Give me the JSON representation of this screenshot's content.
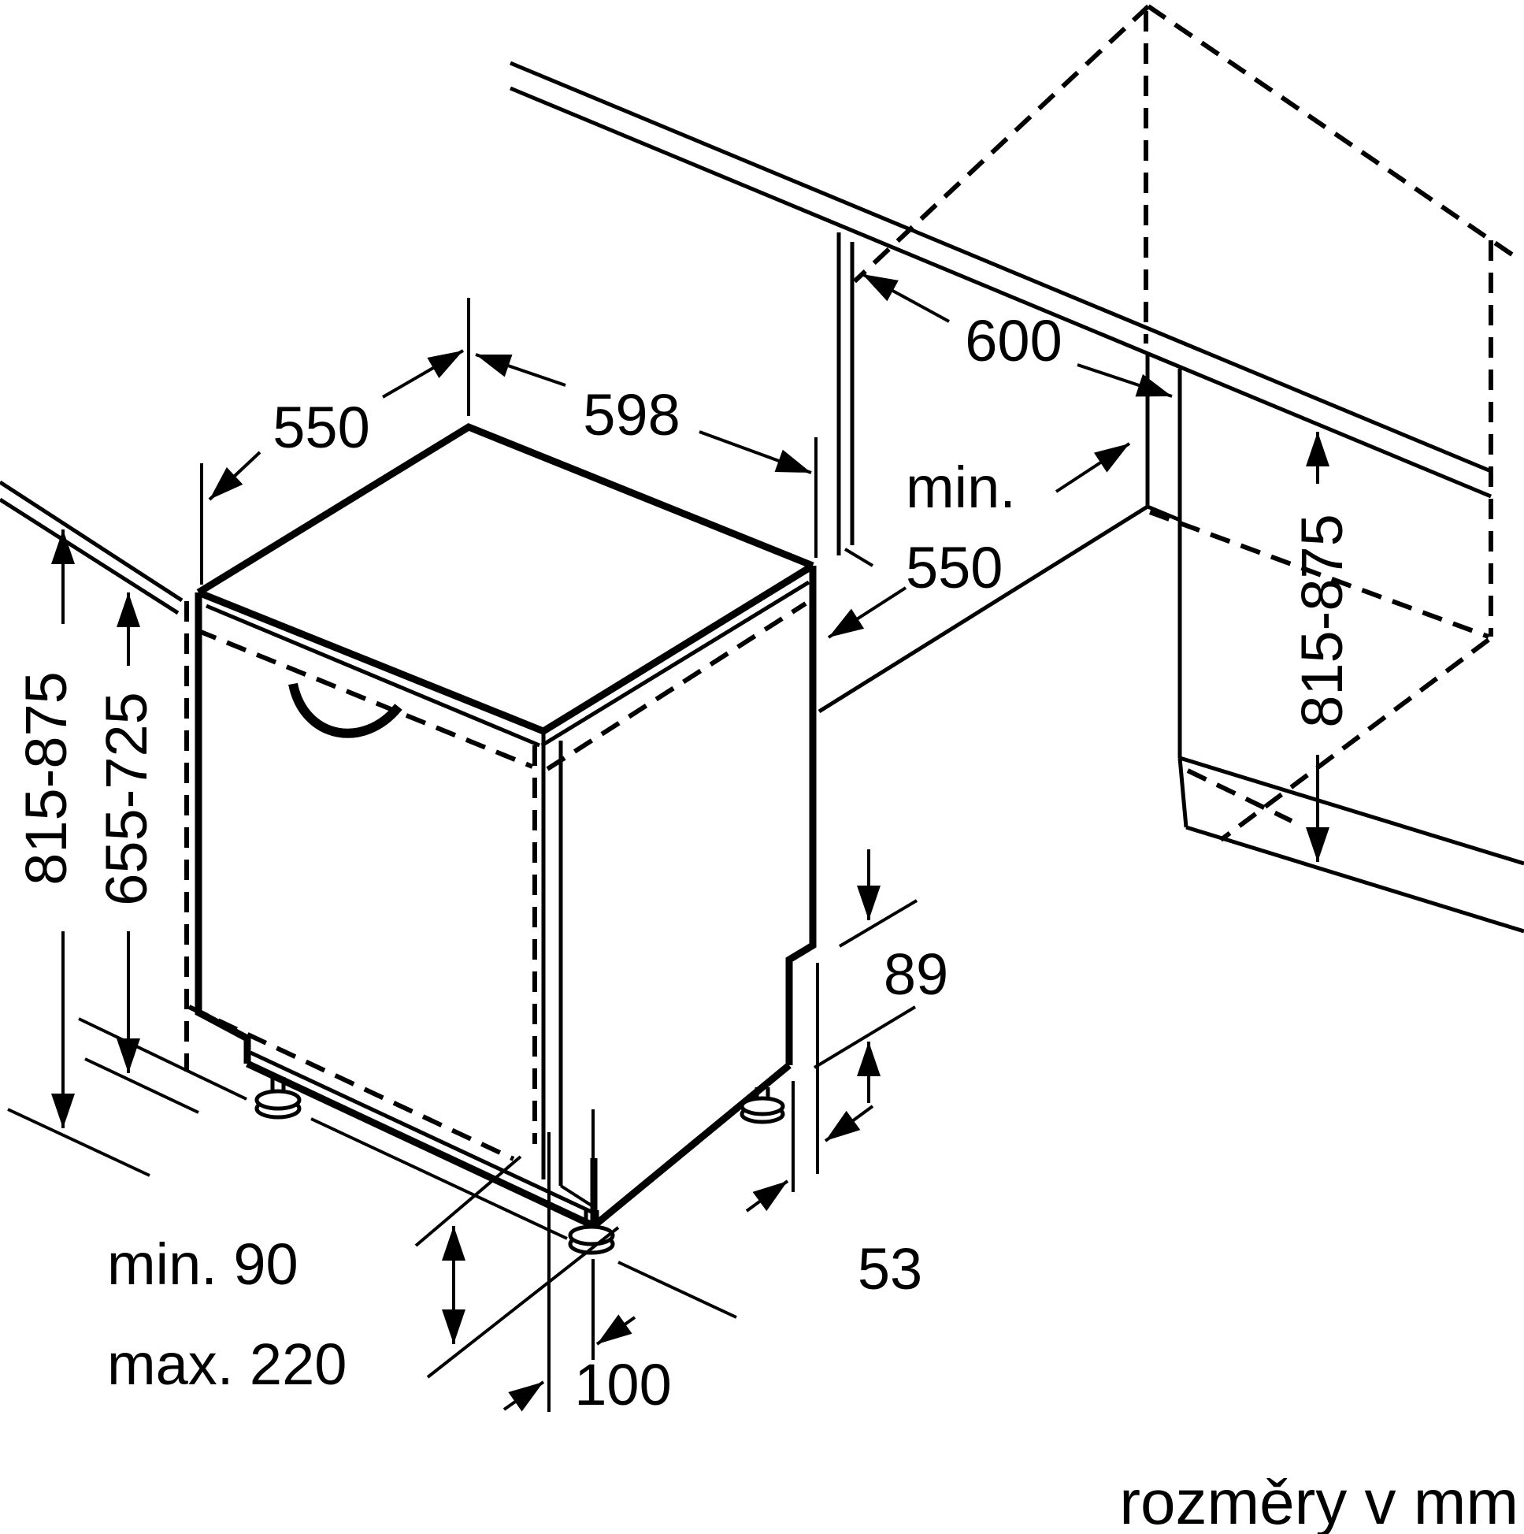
{
  "drawing": {
    "caption": "rozměry v mm",
    "line_color": "#000000",
    "background_color": "#ffffff"
  },
  "labels": {
    "appliance_top_depth": "550",
    "appliance_top_width": "598",
    "appliance_height_range": "815-875",
    "door_panel_height_range": "655-725",
    "plinth_min": "min. 90",
    "plinth_max": "max. 220",
    "toe_kick_depth": "100",
    "rear_recess_height": "89",
    "rear_recess_depth": "53",
    "counter_depth": "600",
    "niche_depth_line1": "min.",
    "niche_depth_line2": "550",
    "niche_height_range": "815-875"
  }
}
